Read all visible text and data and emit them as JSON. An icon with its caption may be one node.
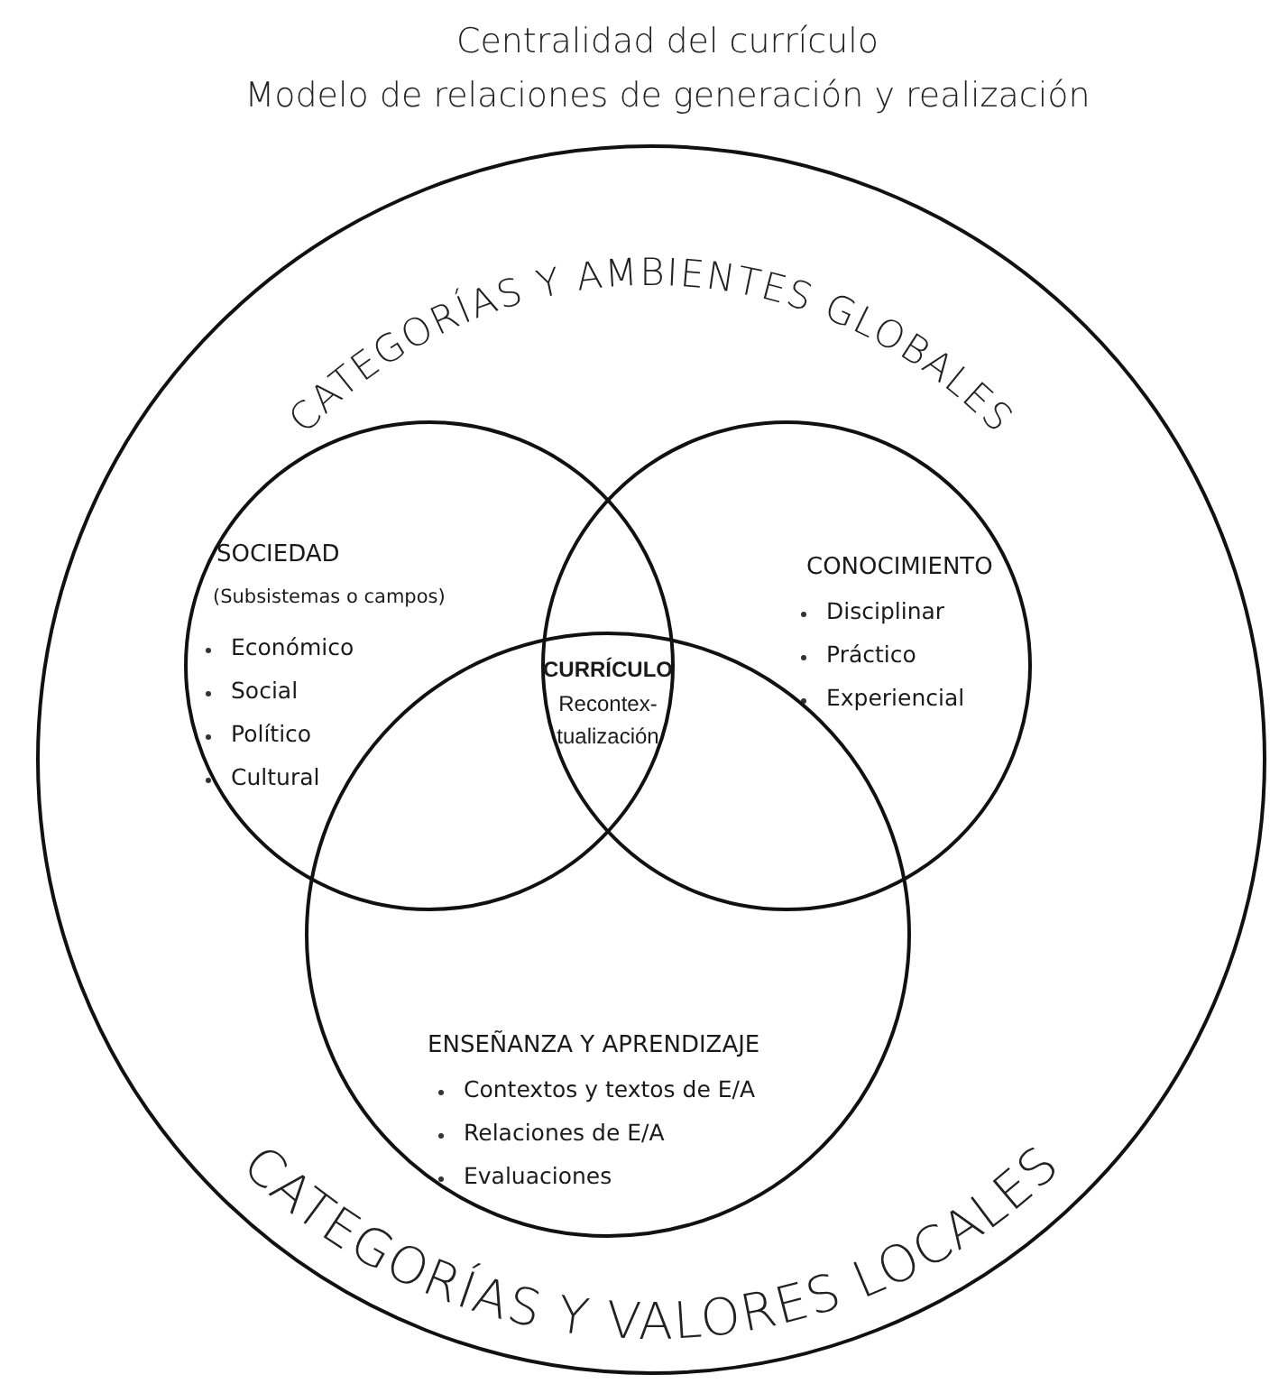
{
  "diagram": {
    "title": "Centralidad del currículo",
    "nodes": [
      {
        "text": [
          "CATEGORÍAS Y AMBIENTES GLOBALES",
          "CATEGORÍAS Y VALORES LOCALES"
        ]
      },
      {
        "text": [
          "SOCIEDAD",
          "(Subsistemas o campos)",
          "Económico",
          "Social",
          "Político",
          "Cultural"
        ],
        "in": 0
      },
      {
        "text": [
          "CONOCIMIENTO",
          "Disciplinar",
          "Práctico",
          "Experiencial"
        ],
        "in": 0
      },
      {
        "text": [
          "ENSEÑANZA Y APRENDIZAJE",
          "Contextos y textos de E/A",
          "Relaciones de E/A",
          "Evaluaciones"
        ],
        "in": 0
      }
    ],
    "labels": [
      "Modelo de relaciones de generación y realización",
      "CURRÍCULO",
      "Recontex-tualización"
    ]
  }
}
